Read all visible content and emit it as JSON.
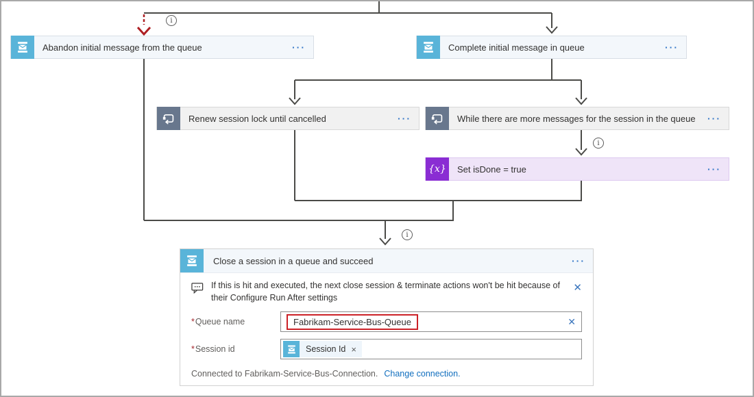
{
  "ui": {
    "ellipsis": "···",
    "info_glyph": "i",
    "required_mark": "*",
    "close_x": "✕",
    "token_remove_x": "×",
    "variables_icon_text": "{x}"
  },
  "nodes": {
    "abandon": {
      "label": "Abandon initial message from the queue"
    },
    "complete": {
      "label": "Complete initial message in queue"
    },
    "renew": {
      "label": "Renew session lock until cancelled"
    },
    "while_loop": {
      "label": "While there are more messages for the session in the queue"
    },
    "set_isdone": {
      "label": "Set isDone = true"
    }
  },
  "detail": {
    "title": "Close a session in a queue and succeed",
    "note": "If this is hit and executed, the next close session & terminate actions won't be hit because of their Configure Run After settings",
    "queue_field": {
      "label": "Queue name",
      "value": "Fabrikam-Service-Bus-Queue"
    },
    "session_field": {
      "label": "Session id",
      "token_label": "Session Id"
    },
    "connection": {
      "text": "Connected to Fabrikam-Service-Bus-Connection.",
      "link": "Change connection."
    }
  },
  "colors": {
    "servicebus_blue": "#59b4d9",
    "scope_slate": "#68778d",
    "variable_purple": "#8a2dd3",
    "connector_gray": "#4a4a47",
    "annotation_red": "#ae1f23",
    "highlight_red": "#cb2026",
    "link_blue": "#106ebe",
    "dots_blue": "#3578c8"
  }
}
